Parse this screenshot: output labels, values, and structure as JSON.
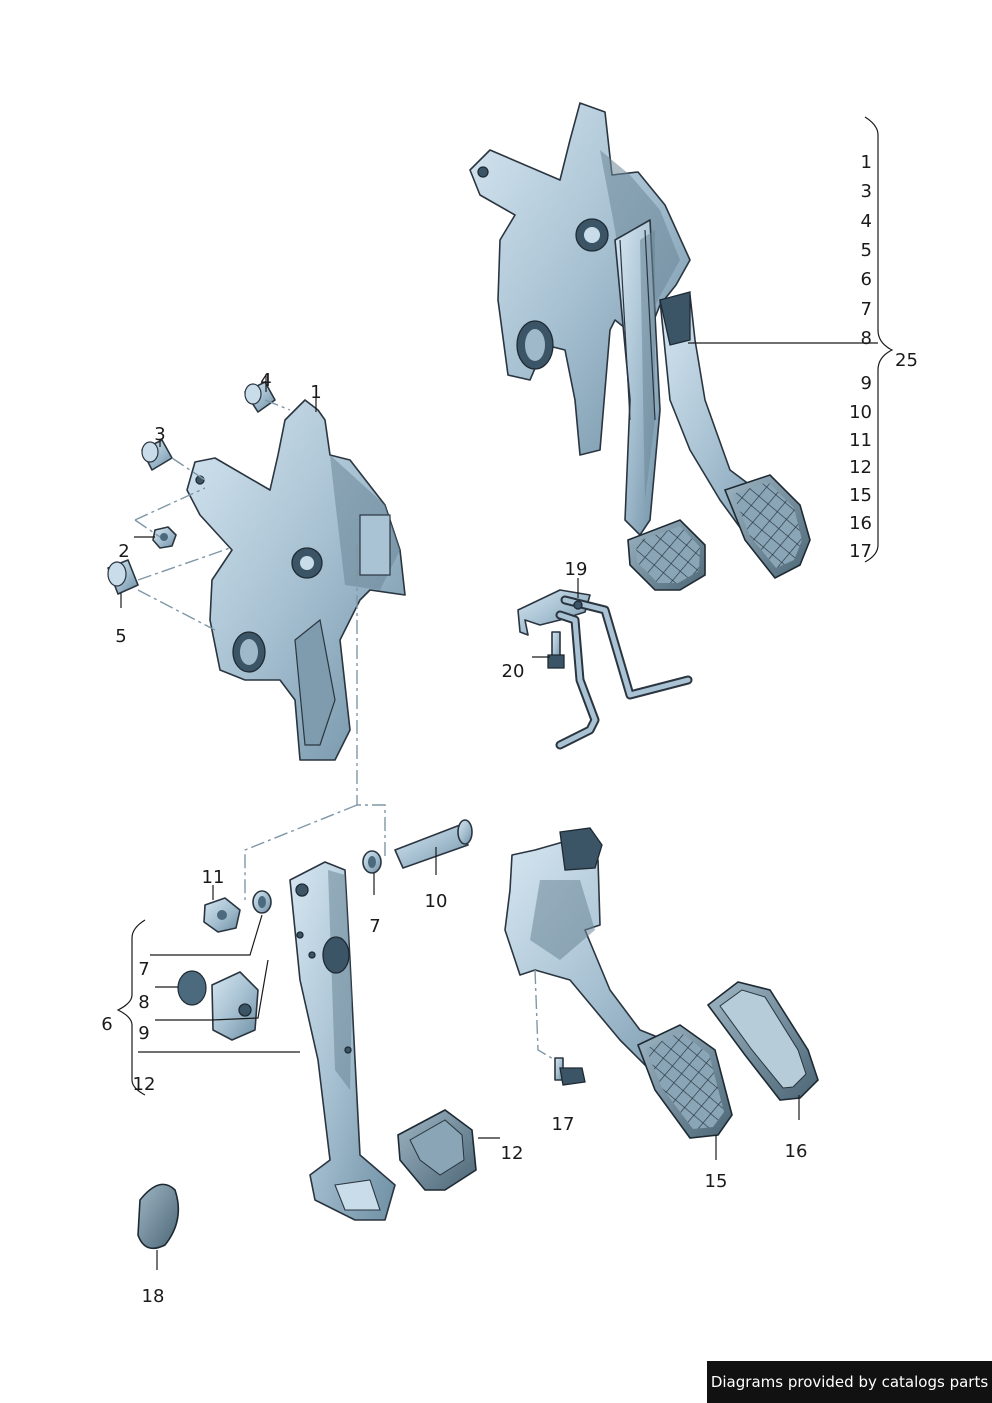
{
  "callouts": {
    "c1": "1",
    "c3": "3",
    "c4": "4",
    "c2": "2",
    "c5": "5",
    "c11": "11",
    "c7a": "7",
    "c10": "10",
    "c7b": "7",
    "c8": "8",
    "c9": "9",
    "c6": "6",
    "c12a": "12",
    "c12b": "12",
    "c18": "18",
    "c19": "19",
    "c20": "20",
    "c17": "17",
    "c15": "15",
    "c16": "16",
    "c25": "25"
  },
  "assembly_list": [
    "1",
    "3",
    "4",
    "5",
    "6",
    "7",
    "8",
    "9",
    "10",
    "11",
    "12",
    "15",
    "16",
    "17"
  ],
  "footer": "Diagrams provided by catalogs parts",
  "colors": {
    "metal_light": "#c9dce9",
    "metal_mid": "#9fb9ca",
    "metal_dark": "#4b6a7d",
    "footer_bg": "#111111"
  }
}
